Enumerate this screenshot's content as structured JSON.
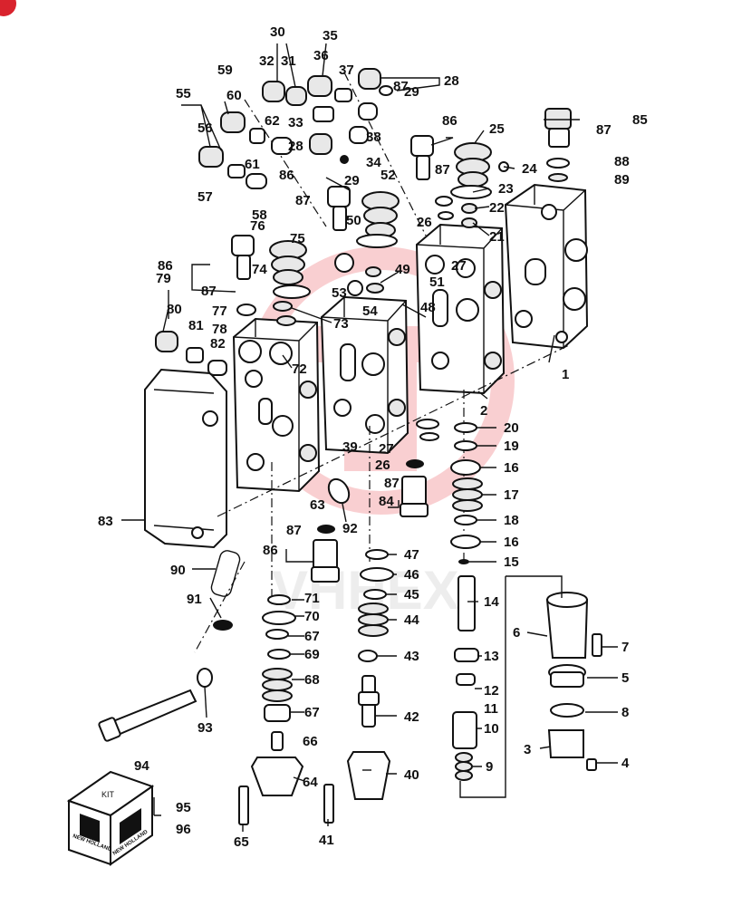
{
  "watermark": "VHHEX",
  "kit": {
    "label": "KIT",
    "brand": "NEW HOLLAND"
  },
  "callouts": [
    "1",
    "2",
    "3",
    "4",
    "5",
    "6",
    "7",
    "8",
    "9",
    "10",
    "11",
    "12",
    "13",
    "14",
    "15",
    "16",
    "16",
    "17",
    "18",
    "19",
    "20",
    "21",
    "22",
    "23",
    "24",
    "25",
    "26",
    "26",
    "27",
    "27",
    "28",
    "28",
    "29",
    "29",
    "30",
    "31",
    "32",
    "33",
    "34",
    "35",
    "36",
    "37",
    "38",
    "39",
    "40",
    "41",
    "42",
    "43",
    "44",
    "45",
    "46",
    "47",
    "48",
    "49",
    "50",
    "51",
    "52",
    "53",
    "54",
    "55",
    "56",
    "57",
    "58",
    "59",
    "60",
    "61",
    "62",
    "63",
    "64",
    "65",
    "66",
    "67",
    "67",
    "68",
    "69",
    "70",
    "71",
    "72",
    "73",
    "74",
    "75",
    "76",
    "77",
    "78",
    "79",
    "80",
    "81",
    "82",
    "83",
    "84",
    "85",
    "86",
    "86",
    "86",
    "86",
    "87",
    "87",
    "87",
    "87",
    "87",
    "87",
    "87",
    "88",
    "89",
    "90",
    "91",
    "92",
    "93",
    "94",
    "95",
    "96"
  ]
}
